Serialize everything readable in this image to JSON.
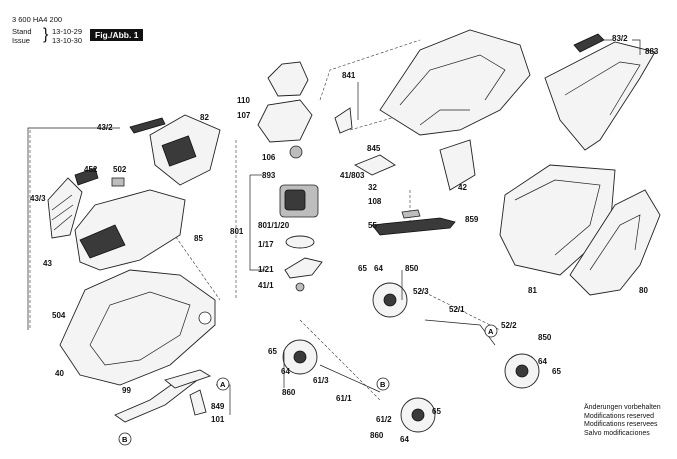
{
  "header": {
    "part_number": "3 600 HA4 200",
    "stand_label": "Stand",
    "stand_value": "13-10-29",
    "issue_label": "Issue",
    "issue_value": "13-10-30",
    "figure_tag": "Fig./Abb. 1"
  },
  "labels": {
    "l_83_2_top": "83/2",
    "l_883": "883",
    "l_841": "841",
    "l_110": "110",
    "l_107": "107",
    "l_82": "82",
    "l_43_2": "43/2",
    "l_452": "452",
    "l_502": "502",
    "l_43_3": "43/3",
    "l_85": "85",
    "l_43": "43",
    "l_106": "106",
    "l_893": "893",
    "l_801": "801",
    "l_801_20": "801/1/20",
    "l_1_17": "1/17",
    "l_1_21": "1/21",
    "l_41_1": "41/1",
    "l_845": "845",
    "l_41_803": "41/803",
    "l_42": "42",
    "l_32": "32",
    "l_108": "108",
    "l_859": "859",
    "l_55": "55",
    "l_81": "81",
    "l_80": "80",
    "l_65_a": "65",
    "l_64_a": "64",
    "l_850_a": "850",
    "l_52_3": "52/3",
    "l_52_1": "52/1",
    "l_52_2": "52/2",
    "l_504": "504",
    "l_40": "40",
    "l_65_b": "65",
    "l_64_b": "64",
    "l_860_a": "860",
    "l_61_3": "61/3",
    "l_61_1": "61/1",
    "l_99": "99",
    "l_849": "849",
    "l_101": "101",
    "l_61_2": "61/2",
    "l_65_c": "65",
    "l_860_b": "860",
    "l_64_c": "64",
    "l_850_b": "850",
    "l_64_d": "64",
    "l_65_d": "65"
  },
  "callouts": {
    "a1": "A",
    "a2": "A",
    "b1": "B",
    "b2": "B"
  },
  "notes": {
    "line1": "Änderungen vorbehalten",
    "line2": "Modifications reserved",
    "line3": "Modifications reservees",
    "line4": "Salvo modificaciones"
  }
}
